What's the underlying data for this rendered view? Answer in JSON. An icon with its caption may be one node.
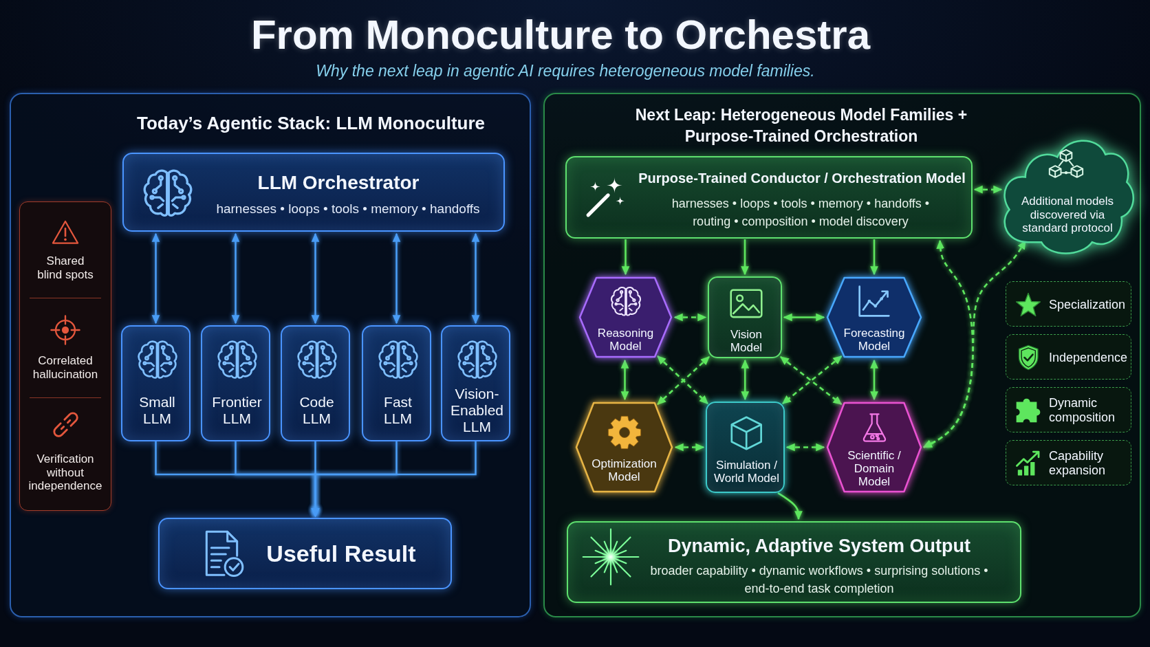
{
  "diagram": {
    "title": "From Monoculture to Orchestra",
    "nodes": [
      {
        "text": [
          "Today’s Agentic Stack: LLM Monoculture"
        ]
      },
      {
        "text": [
          "Shared blind spots",
          "Correlated hallucination",
          "Verification without independence"
        ],
        "in": 0
      },
      {
        "text": [
          "LLM Orchestrator",
          "harnesses • loops • tools • memory • handoffs"
        ],
        "in": 0
      },
      {
        "text": [
          "Small LLM"
        ],
        "in": 0
      },
      {
        "text": [
          "Frontier LLM"
        ],
        "in": 0
      },
      {
        "text": [
          "Code LLM"
        ],
        "in": 0
      },
      {
        "text": [
          "Fast LLM"
        ],
        "in": 0
      },
      {
        "text": [
          "Vision-Enabled LLM"
        ],
        "in": 0
      },
      {
        "text": [
          "Useful Result"
        ],
        "in": 0
      },
      {
        "text": [
          "Next Leap: Heterogeneous Model Families + Purpose-Trained Orchestration"
        ]
      },
      {
        "text": [
          "Purpose-Trained Conductor / Orchestration Model",
          "harnesses • loops • tools • memory • handoffs • routing • composition • model discovery"
        ],
        "in": 9
      },
      {
        "text": [
          "Additional models discovered via standard protocol"
        ],
        "in": 9
      },
      {
        "text": [
          "Reasoning Model"
        ],
        "in": 9
      },
      {
        "text": [
          "Vision Model"
        ],
        "in": 9
      },
      {
        "text": [
          "Forecasting Model"
        ],
        "in": 9
      },
      {
        "text": [
          "Optimization Model"
        ],
        "in": 9
      },
      {
        "text": [
          "Simulation / World Model"
        ],
        "in": 9
      },
      {
        "text": [
          "Scientific / Domain Model"
        ],
        "in": 9
      },
      {
        "text": [
          "Specialization"
        ],
        "in": 9
      },
      {
        "text": [
          "Independence"
        ],
        "in": 9
      },
      {
        "text": [
          "Dynamic composition"
        ],
        "in": 9
      },
      {
        "text": [
          "Capability expansion"
        ],
        "in": 9
      },
      {
        "text": [
          "Dynamic, Adaptive System Output",
          "broader capability • dynamic workflows • surprising solutions • end-to-end task completion"
        ],
        "in": 9
      }
    ],
    "edges": [
      {
        "from": 2,
        "to": 3,
        "arrow": "both",
        "color": "#4a9df5"
      },
      {
        "from": 2,
        "to": 4,
        "arrow": "both",
        "color": "#4a9df5"
      },
      {
        "from": 2,
        "to": 5,
        "arrow": "both",
        "color": "#4a9df5"
      },
      {
        "from": 2,
        "to": 6,
        "arrow": "both",
        "color": "#4a9df5"
      },
      {
        "from": 2,
        "to": 7,
        "arrow": "both",
        "color": "#4a9df5"
      },
      {
        "from": 3,
        "to": 8,
        "arrow": "to",
        "color": "#4a9df5"
      },
      {
        "from": 4,
        "to": 8,
        "arrow": "to",
        "color": "#4a9df5"
      },
      {
        "from": 5,
        "to": 8,
        "arrow": "to",
        "color": "#4a9df5"
      },
      {
        "from": 6,
        "to": 8,
        "arrow": "to",
        "color": "#4a9df5"
      },
      {
        "from": 7,
        "to": 8,
        "arrow": "to",
        "color": "#4a9df5"
      },
      {
        "from": 10,
        "to": 12,
        "arrow": "to"
      },
      {
        "from": 10,
        "to": 13,
        "arrow": "to"
      },
      {
        "from": 10,
        "to": 14,
        "arrow": "to"
      },
      {
        "from": 10,
        "to": 11,
        "arrow": "both",
        "style": "dashed"
      },
      {
        "from": 12,
        "to": 13,
        "arrow": "both",
        "style": "dashed"
      },
      {
        "from": 13,
        "to": 14,
        "arrow": "both"
      },
      {
        "from": 12,
        "to": 15,
        "arrow": "both"
      },
      {
        "from": 13,
        "to": 16,
        "arrow": "both"
      },
      {
        "from": 14,
        "to": 17,
        "arrow": "both"
      },
      {
        "from": 15,
        "to": 16,
        "arrow": "both",
        "style": "dashed"
      },
      {
        "from": 16,
        "to": 17,
        "arrow": "both",
        "style": "dashed"
      },
      {
        "from": 12,
        "to": 16,
        "arrow": "both",
        "style": "dashed"
      },
      {
        "from": 13,
        "to": 15,
        "arrow": "both",
        "style": "dashed"
      },
      {
        "from": 13,
        "to": 17,
        "arrow": "both",
        "style": "dashed"
      },
      {
        "from": 14,
        "to": 16,
        "arrow": "both",
        "style": "dashed"
      },
      {
        "from": 17,
        "to": 10,
        "arrow": "both",
        "style": "dashed"
      },
      {
        "from": 17,
        "to": 11,
        "arrow": "both",
        "style": "dashed"
      },
      {
        "from": 16,
        "to": 22,
        "arrow": "to"
      }
    ],
    "labels": [
      "Why the next leap in agentic AI requires heterogeneous model families."
    ]
  }
}
